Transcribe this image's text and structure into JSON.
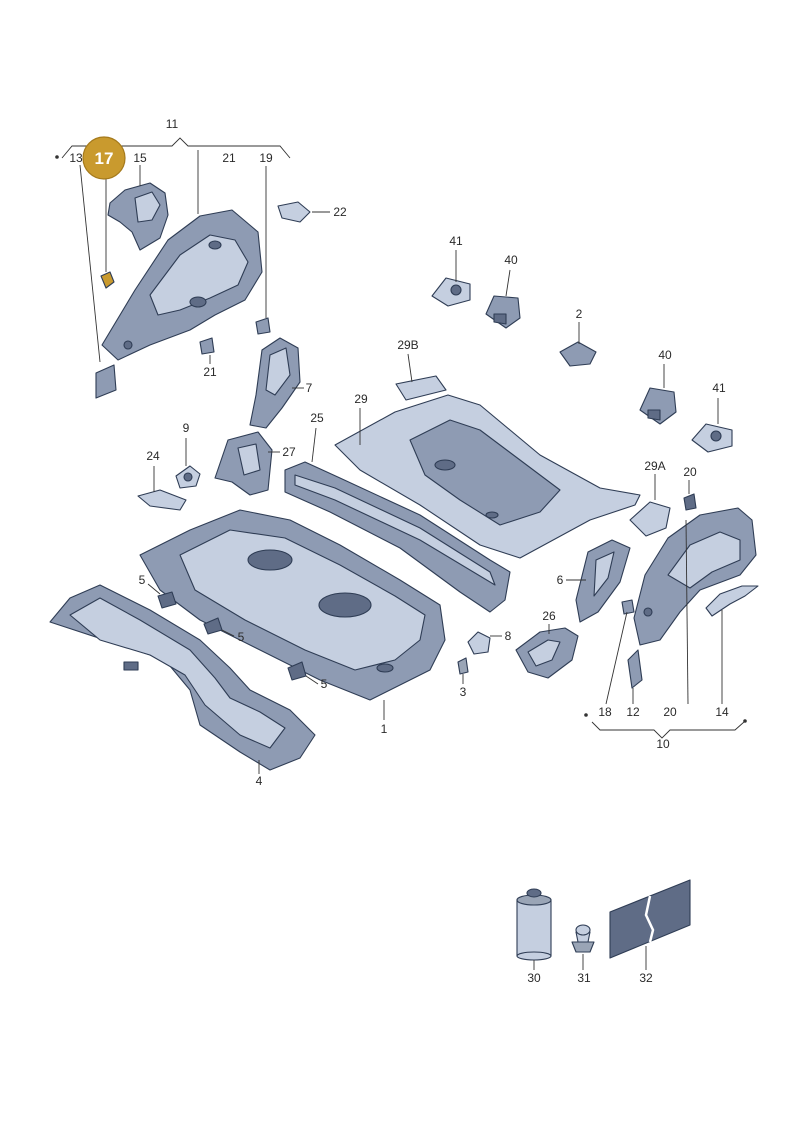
{
  "badge": {
    "label": "17",
    "color": "#c99a2e"
  },
  "colors": {
    "part_fill": "#8e9bb3",
    "part_light": "#c5cfe0",
    "part_dark": "#5f6c86",
    "outline": "#2f3d55",
    "highlight": "#c99a2e"
  },
  "labels": {
    "l11": "11",
    "l13": "13",
    "l15": "15",
    "l21a": "21",
    "l19": "19",
    "l22": "22",
    "l21b": "21",
    "l7": "7",
    "l27": "27",
    "l9": "9",
    "l24": "24",
    "l25": "25",
    "l29": "29",
    "l29b": "29B",
    "l41a": "41",
    "l40a": "40",
    "l2": "2",
    "l40b": "40",
    "l41b": "41",
    "l29a": "29A",
    "l20a": "20",
    "l6": "6",
    "l26": "26",
    "l8": "8",
    "l3": "3",
    "l5a": "5",
    "l5b": "5",
    "l5c": "5",
    "l1": "1",
    "l4": "4",
    "l18": "18",
    "l12": "12",
    "l20b": "20",
    "l14": "14",
    "l10": "10",
    "l30": "30",
    "l31": "31",
    "l32": "32"
  }
}
